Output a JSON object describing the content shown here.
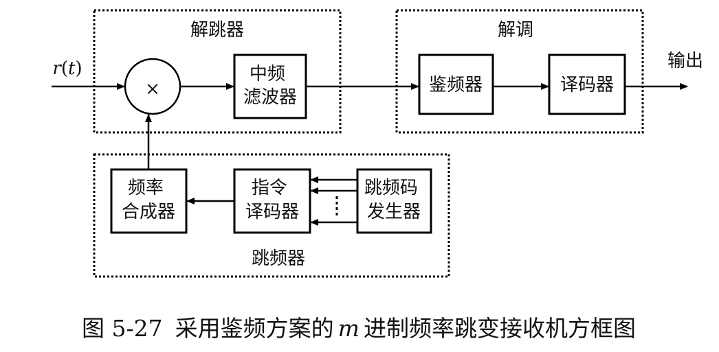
{
  "groups": {
    "dehopper": "解跳器",
    "demodulator": "解调",
    "hopper": "跳频器"
  },
  "signals": {
    "input_r": "r",
    "input_paren_open": "(",
    "input_t": "t",
    "input_paren_close": ")",
    "output": "输出"
  },
  "multiplier_symbol": "×",
  "blocks": {
    "if_filter": [
      "中频",
      "滤波器"
    ],
    "freq_discriminator": [
      "鉴频器"
    ],
    "decoder": [
      "译码器"
    ],
    "freq_synthesizer": [
      "频率",
      "合成器"
    ],
    "instruction_decoder": [
      "指令",
      "译码器"
    ],
    "hop_code_generator": [
      "跳频码",
      "发生器"
    ]
  },
  "caption": {
    "figure_number": "图 5-27",
    "text_before": "采用鉴频方案的",
    "variable": "m",
    "text_after": "进制频率跳变接收机方框图"
  }
}
